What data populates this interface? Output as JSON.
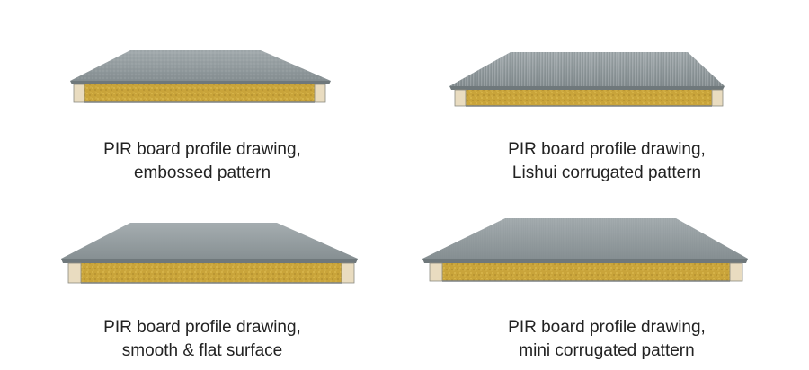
{
  "colors": {
    "steel_top": "#8f989b",
    "steel_top_light": "#a9b1b3",
    "steel_edge": "#6f787b",
    "core": "#c9a43a",
    "core_dark": "#a9852a",
    "core_light": "#e2c25a",
    "joint": "#e9dcc0",
    "caption_text": "#222222"
  },
  "panels": [
    {
      "pattern": "embossed",
      "caption_line1": "PIR board profile drawing,",
      "caption_line2": "embossed pattern"
    },
    {
      "pattern": "lishui-corrugated",
      "caption_line1": "PIR board profile drawing,",
      "caption_line2": "Lishui corrugated pattern"
    },
    {
      "pattern": "smooth-flat",
      "caption_line1": "PIR board profile drawing,",
      "caption_line2": "smooth & flat surface"
    },
    {
      "pattern": "mini-corrugated",
      "caption_line1": "PIR board profile drawing,",
      "caption_line2": "mini corrugated pattern"
    }
  ]
}
